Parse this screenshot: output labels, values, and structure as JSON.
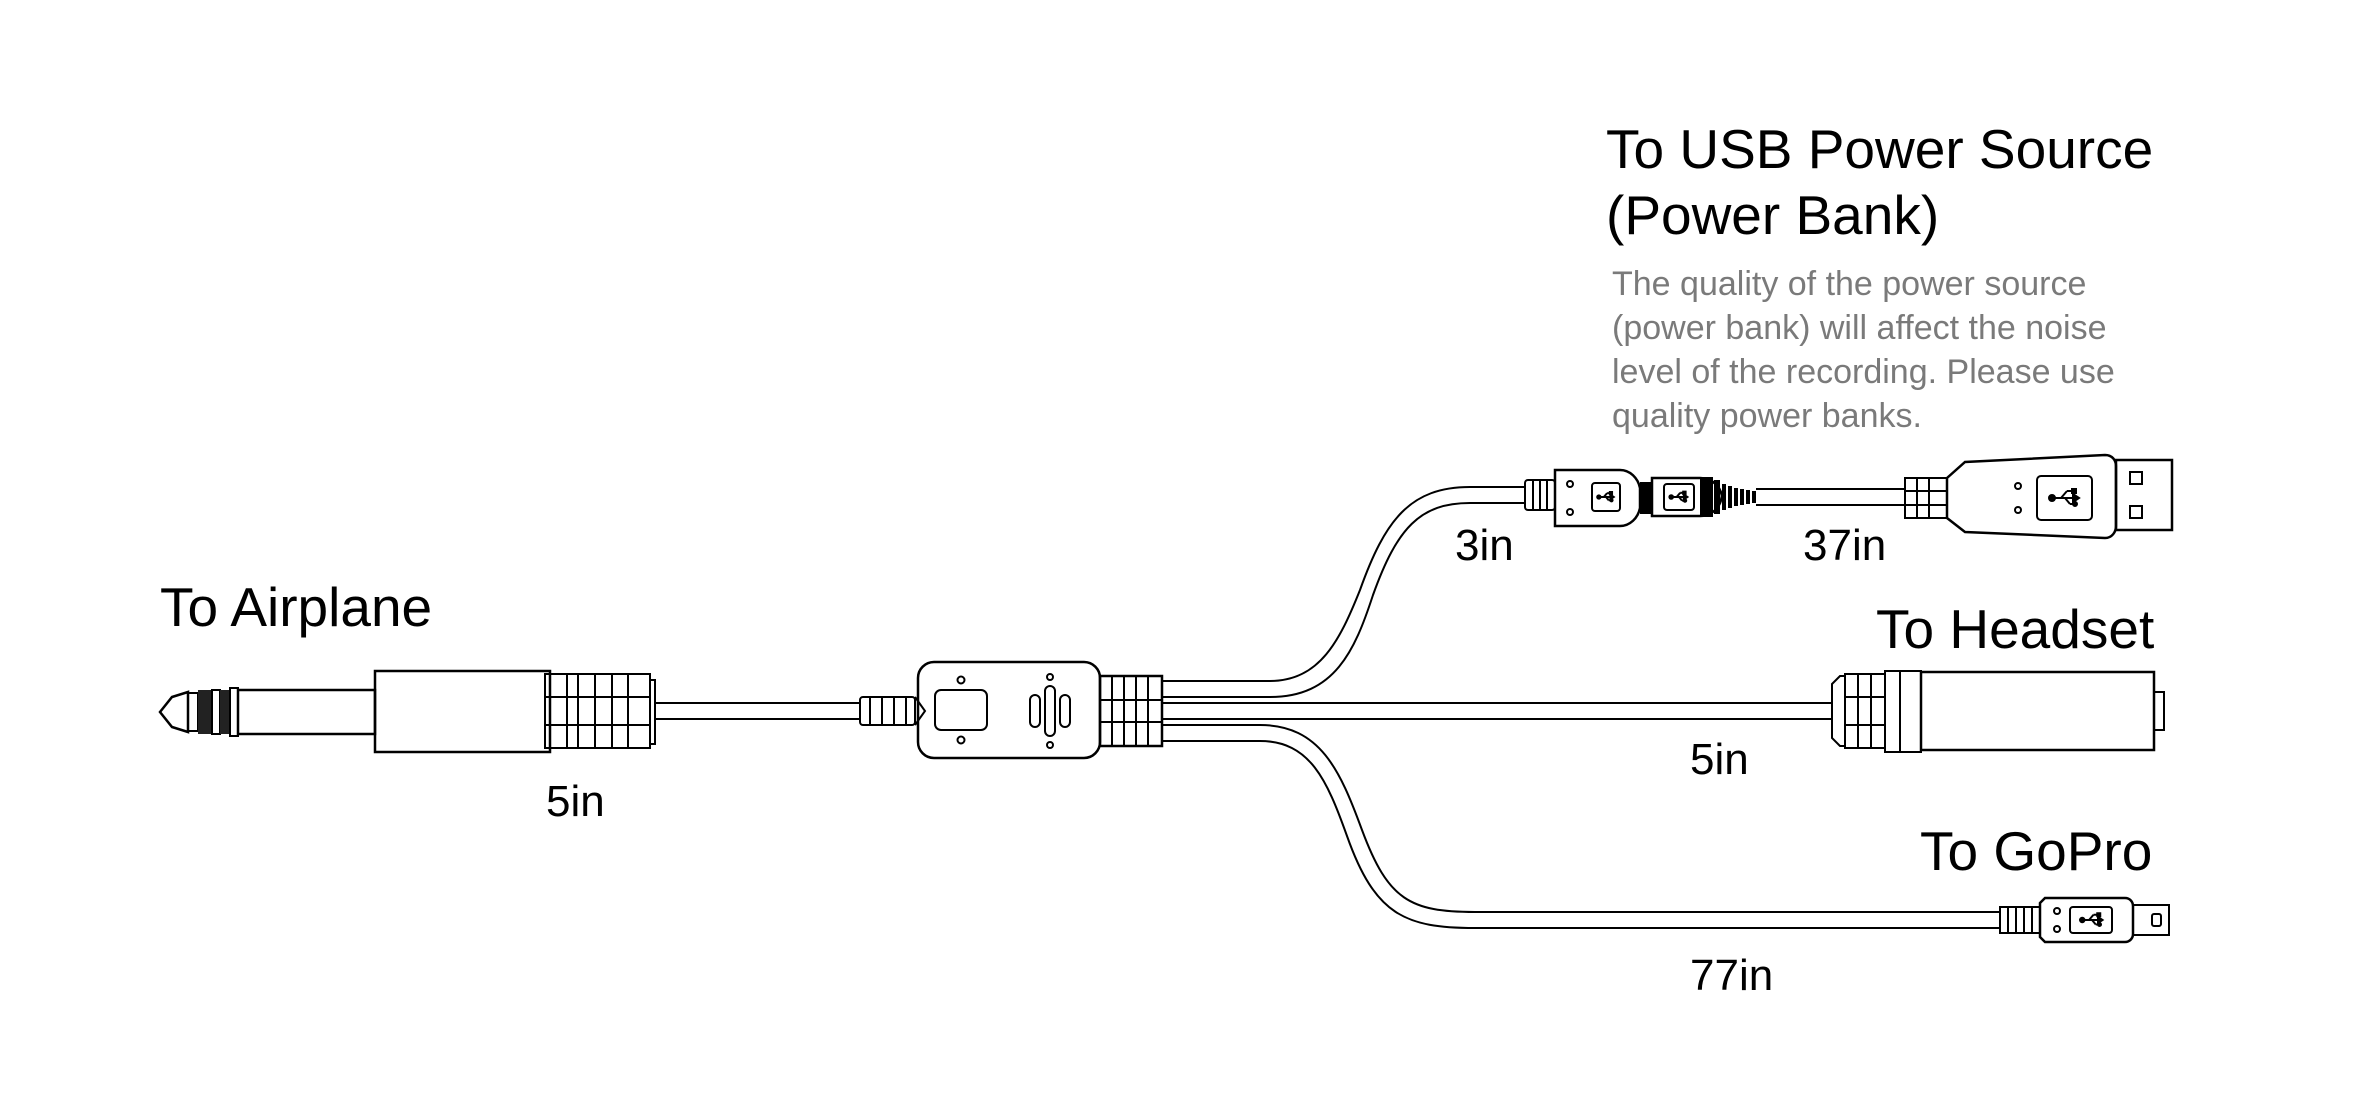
{
  "labels": {
    "airplane": "To Airplane",
    "usb_title_line1": "To USB Power Source",
    "usb_title_line2": "(Power Bank)",
    "headset": "To Headset",
    "gopro": "To GoPro"
  },
  "note": "The quality of the power source (power bank) will affect the noise level of the recording. Please use quality power banks.",
  "lengths": {
    "airplane_cable": "5in",
    "usb_short_cable": "3in",
    "usb_long_cable": "37in",
    "headset_cable": "5in",
    "gopro_cable": "77in"
  },
  "icons": {
    "usb": "usb-trident-icon"
  }
}
